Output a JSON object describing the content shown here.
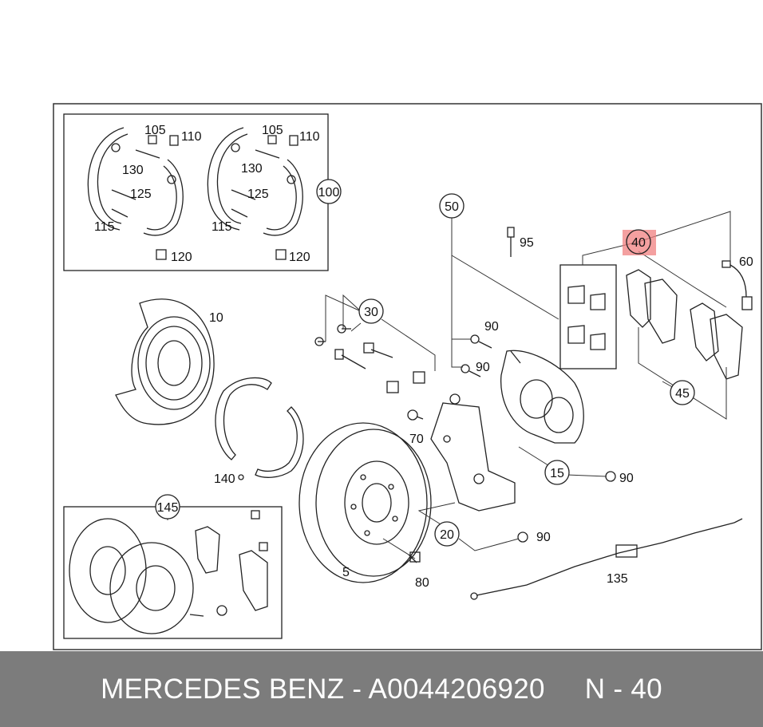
{
  "callouts": {
    "c105a": "105",
    "c110a": "110",
    "c130a": "130",
    "c125a": "125",
    "c115a": "115",
    "c120a": "120",
    "c105b": "105",
    "c110b": "110",
    "c130b": "130",
    "c125b": "125",
    "c115b": "115",
    "c120b": "120",
    "c100": "100",
    "c10": "10",
    "c140": "140",
    "c145": "145",
    "c50": "50",
    "c95": "95",
    "c40": "40",
    "c60": "60",
    "c30": "30",
    "c90a": "90",
    "c90b": "90",
    "c90c": "90",
    "c90d": "90",
    "c70": "70",
    "c15": "15",
    "c45": "45",
    "c5": "5",
    "c80": "80",
    "c20": "20",
    "c135": "135"
  },
  "footer": {
    "brand_part": "MERCEDES BENZ - A0044206920",
    "position_part": "N - 40"
  },
  "colors": {
    "highlight": "#f08080",
    "footer_bg": "#7c7c7c",
    "footer_text": "#ffffff"
  }
}
